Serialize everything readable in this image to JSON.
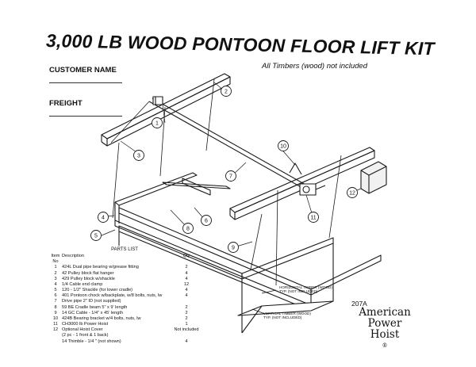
{
  "title": "3,000 LB WOOD PONTOON FLOOR LIFT KIT",
  "form": {
    "customer_label": "CUSTOMER NAME",
    "freight_label": "FREIGHT"
  },
  "note": "All Timbers (wood) not included",
  "callouts": [
    "1",
    "2",
    "3",
    "4",
    "5",
    "6",
    "7",
    "8",
    "9",
    "10",
    "11",
    "12"
  ],
  "parts_list": {
    "title": "PARTS LIST",
    "header": {
      "no": "Item No",
      "desc": "Description",
      "qty": "Qty"
    },
    "rows": [
      {
        "no": "1",
        "desc": "424L Dual pipe bearing w/grease fitting",
        "qty": "2"
      },
      {
        "no": "2",
        "desc": "42 Pulley block flat hanger",
        "qty": "4"
      },
      {
        "no": "3",
        "desc": "429 Pulley block w/shackle",
        "qty": "4"
      },
      {
        "no": "4",
        "desc": "1/4    Cable end clamp",
        "qty": "12"
      },
      {
        "no": "5",
        "desc": "120 - 1/2\" Shackle (for lower cradle)",
        "qty": "4"
      },
      {
        "no": "6",
        "desc": "401 Pontoon chock w/backplate, w/8 bolts, nuts, lw",
        "qty": "4"
      },
      {
        "no": "7",
        "desc": "Drive pipe 2\" ID (not supplied)",
        "qty": ""
      },
      {
        "no": "8",
        "desc": "59 BE Cradle beam 5\" x 9' length",
        "qty": "2"
      },
      {
        "no": "9",
        "desc": "14 GC Cable - 1/4\" x 45' length",
        "qty": "2"
      },
      {
        "no": "10",
        "desc": "424B Bearing bracket w/4 bolts, nuts, lw",
        "qty": "2"
      },
      {
        "no": "11",
        "desc": "CH3000 lb Power Hoist",
        "qty": "1"
      },
      {
        "no": "12",
        "desc": "Optional Hoist Cover",
        "qty": "Not included"
      },
      {
        "no": "",
        "desc": "(2 pc - 1 front & 1 back)",
        "qty": ""
      },
      {
        "no": "",
        "desc": "14 Thimble - 1/4 \" (not shown)",
        "qty": "4"
      }
    ]
  },
  "diagram_labels": {
    "horizontal": [
      "HORIZONTAL TIMBER (WOOD)",
      "TYP. (NOT INCLUDED)"
    ],
    "vertical": [
      "VERTICAL TIMBER (WOOD)",
      "TYP. (NOT INCLUDED)"
    ]
  },
  "brand": {
    "model": "207A",
    "line1": "American",
    "line2": "Power",
    "line3": "Hoist",
    "reg": "®"
  }
}
